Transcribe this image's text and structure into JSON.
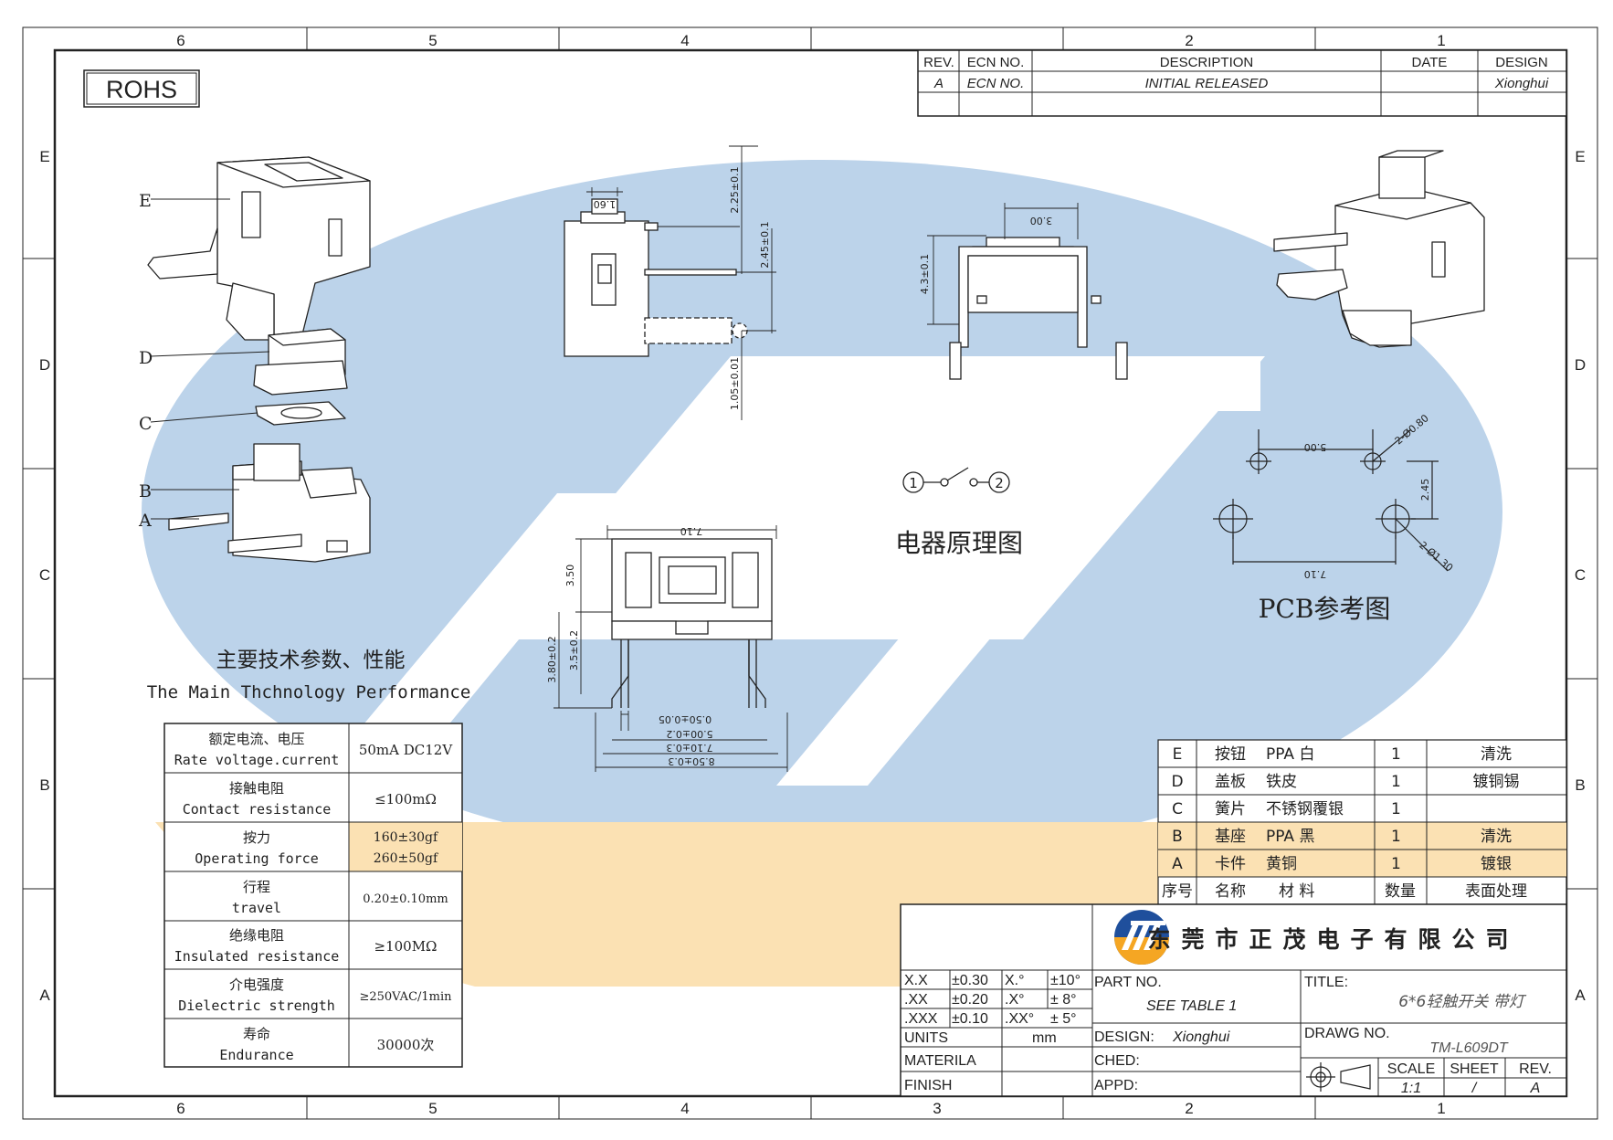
{
  "colors": {
    "line": "#222222",
    "watermark_blue": "#bcd3ea",
    "watermark_orange": "#fbe1b3",
    "logo_blue": "#1f4f9c",
    "logo_orange": "#f5a623"
  },
  "border": {
    "columns": [
      "6",
      "5",
      "4",
      "3",
      "2",
      "1"
    ],
    "rows": [
      "E",
      "D",
      "C",
      "B",
      "A"
    ]
  },
  "rohs_label": "ROHS",
  "revision_block": {
    "headers": [
      "REV.",
      "ECN NO.",
      "DESCRIPTION",
      "DATE",
      "DESIGN"
    ],
    "rows": [
      [
        "A",
        "ECN NO.",
        "INITIAL RELEASED",
        "",
        "Xionghui"
      ]
    ]
  },
  "part_callouts": [
    "E",
    "D",
    "C",
    "B",
    "A"
  ],
  "side_view_dims": [
    "1.60",
    "2.25±0.1",
    "2.45±0.1",
    "1.05±0.01"
  ],
  "pin_view_dims": [
    "3.00",
    "4.3±0.1"
  ],
  "front_view_dims": [
    "7.10",
    "3.50",
    "3.80±0.2",
    "3.5±0.2",
    "0.50±0.05",
    "5.00±0.2",
    "7.10±0.3",
    "8.50±0.3"
  ],
  "schematic": {
    "pin1": "1",
    "pin2": "2",
    "title": "电器原理图"
  },
  "pcb": {
    "dims": [
      "5.00",
      "2-Ø0.80",
      "2.45",
      "7.10",
      "2-Ø1.30"
    ],
    "title": "PCB参考图"
  },
  "spec_title_cn": "主要技术参数、性能",
  "spec_title_en": "The Main Thchnology Performance",
  "spec_table": [
    {
      "cn": "额定电流、电压",
      "en": "Rate voltage.current",
      "value": [
        "50mA DC12V"
      ]
    },
    {
      "cn": "接触电阻",
      "en": "Contact resistance",
      "value": [
        "≤100mΩ"
      ]
    },
    {
      "cn": "按力",
      "en": "Operating force",
      "value": [
        "160±30gf",
        "260±50gf"
      ]
    },
    {
      "cn": "行程",
      "en": "travel",
      "value": [
        "0.20±0.10mm"
      ]
    },
    {
      "cn": "绝缘电阻",
      "en": "Insulated resistance",
      "value": [
        "≥100MΩ"
      ]
    },
    {
      "cn": "介电强度",
      "en": "Dielectric strength",
      "value": [
        "≥250VAC/1min"
      ]
    },
    {
      "cn": "寿命",
      "en": "Endurance",
      "value": [
        "30000次"
      ]
    }
  ],
  "bom": {
    "rows": [
      [
        "E",
        "按钮",
        "PPA 白",
        "1",
        "清洗"
      ],
      [
        "D",
        "盖板",
        "铁皮",
        "1",
        "镀铜锡"
      ],
      [
        "C",
        "簧片",
        "不锈钢覆银",
        "1",
        ""
      ],
      [
        "B",
        "基座",
        "PPA 黑",
        "1",
        "清洗"
      ],
      [
        "A",
        "卡件",
        "黄铜",
        "1",
        "镀银"
      ]
    ],
    "header": [
      "序号",
      "名称",
      "材 料",
      "数量",
      "表面处理"
    ]
  },
  "title_block": {
    "company": "东莞市正茂电子有限公司",
    "tolerances": [
      [
        "X.X",
        "±0.30",
        "X.°",
        "±10°"
      ],
      [
        ".XX",
        "±0.20",
        ".X°",
        "± 8°"
      ],
      [
        ".XXX",
        "±0.10",
        ".XX°",
        "± 5°"
      ]
    ],
    "units_label": "UNITS",
    "units_value": "mm",
    "material_label": "MATERILA",
    "finish_label": "FINISH",
    "part_no_label": "PART NO.",
    "part_no_value": "SEE TABLE 1",
    "design_label": "DESIGN:",
    "design_value": "Xionghui",
    "checked_label": "CHED:",
    "approved_label": "APPD:",
    "title_label": "TITLE:",
    "title_value": "6*6轻触开关 带灯",
    "drawing_no_label": "DRAWG NO.",
    "drawing_no_value": "TM-L609DT",
    "scale_label": "SCALE",
    "scale_value": "1:1",
    "sheet_label": "SHEET",
    "sheet_value": "/",
    "rev_label": "REV.",
    "rev_value": "A"
  }
}
